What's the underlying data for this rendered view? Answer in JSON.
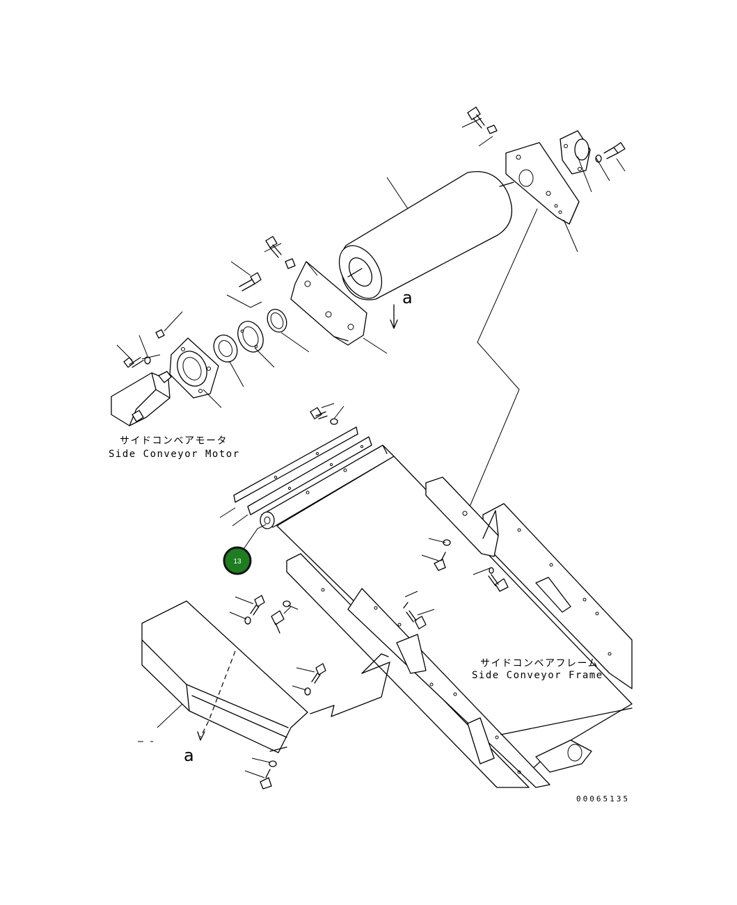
{
  "labels": {
    "motor_jp": "サイドコンベアモータ",
    "motor_en": "Side Conveyor Motor",
    "frame_jp": "サイドコンベアフレーム",
    "frame_en": "Side Conveyor Frame",
    "view_mark_upper": "a",
    "view_mark_lower": "a",
    "drawing_code": "00065135"
  },
  "callouts": [
    {
      "number": "13"
    }
  ],
  "colors": {
    "callout_fill": "#1e7d1e",
    "callout_border": "#111111",
    "line": "#000000",
    "background": "#ffffff"
  }
}
